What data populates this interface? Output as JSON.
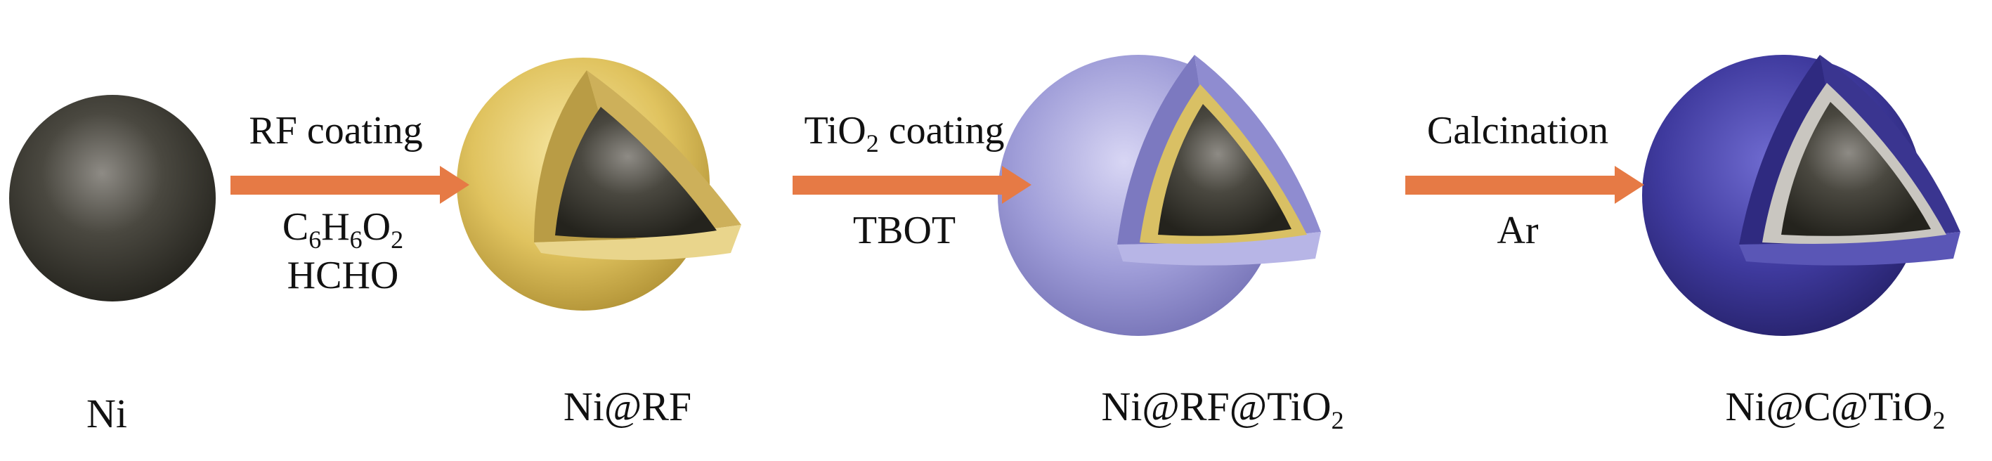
{
  "colors": {
    "core": "#3b3a32",
    "rf_shell": "#e3c766",
    "tio2_shell": "#9e9dd6",
    "final_shell": "#3e3a95",
    "carbon_layer": "#c9c6c0",
    "arrow": "#e67a45"
  },
  "particles": [
    {
      "id": "ni",
      "label": "Ni",
      "label_sub": "",
      "label_tail": ""
    },
    {
      "id": "ni-rf",
      "label": "Ni@RF",
      "label_sub": "",
      "label_tail": ""
    },
    {
      "id": "ni-rf-tio2",
      "label": "Ni@RF@TiO",
      "label_sub": "2",
      "label_tail": ""
    },
    {
      "id": "ni-c-tio2",
      "label": "Ni@C@TiO",
      "label_sub": "2",
      "label_tail": ""
    }
  ],
  "steps": [
    {
      "top": {
        "a": "RF coating",
        "sub": "",
        "b": ""
      },
      "below": [
        {
          "parts": [
            "C",
            "6",
            "H",
            "6",
            "O",
            "2"
          ]
        },
        {
          "parts": [
            "HCHO"
          ]
        }
      ]
    },
    {
      "top": {
        "a": "TiO",
        "sub": "2",
        "b": " coating"
      },
      "below": [
        {
          "parts": [
            "TBOT"
          ]
        }
      ]
    },
    {
      "top": {
        "a": "Calcination",
        "sub": "",
        "b": ""
      },
      "below": [
        {
          "parts": [
            "Ar"
          ]
        }
      ]
    }
  ]
}
